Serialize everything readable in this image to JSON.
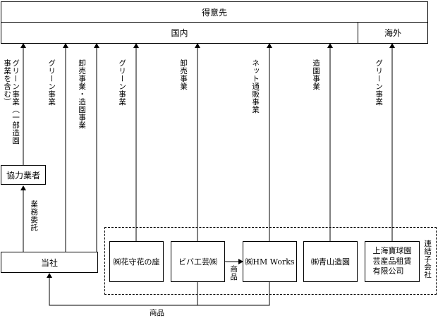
{
  "customers": "得意先",
  "domestic": "国内",
  "overseas": "海外",
  "partner": "協力業者",
  "company": "当社",
  "consolidated_subsidiaries": "連結子会社",
  "flow_labels": {
    "green_incl_landscape": "グリーン事業（一部造園事業を含む）",
    "green": "グリーン事業",
    "wholesale_landscape": "卸売事業・造園事業",
    "wholesale": "卸売事業",
    "net_retail": "ネット通販事業",
    "landscape": "造園事業",
    "outsourcing": "業務委託",
    "goods": "商品"
  },
  "subsidiaries": [
    {
      "name": "㈱花守花の座"
    },
    {
      "name": "ビバ工芸㈱"
    },
    {
      "name": "㈱HM Works"
    },
    {
      "name": "㈱青山造園"
    },
    {
      "name": "上海寶球園\n芸産品租賃\n有限公司"
    }
  ]
}
